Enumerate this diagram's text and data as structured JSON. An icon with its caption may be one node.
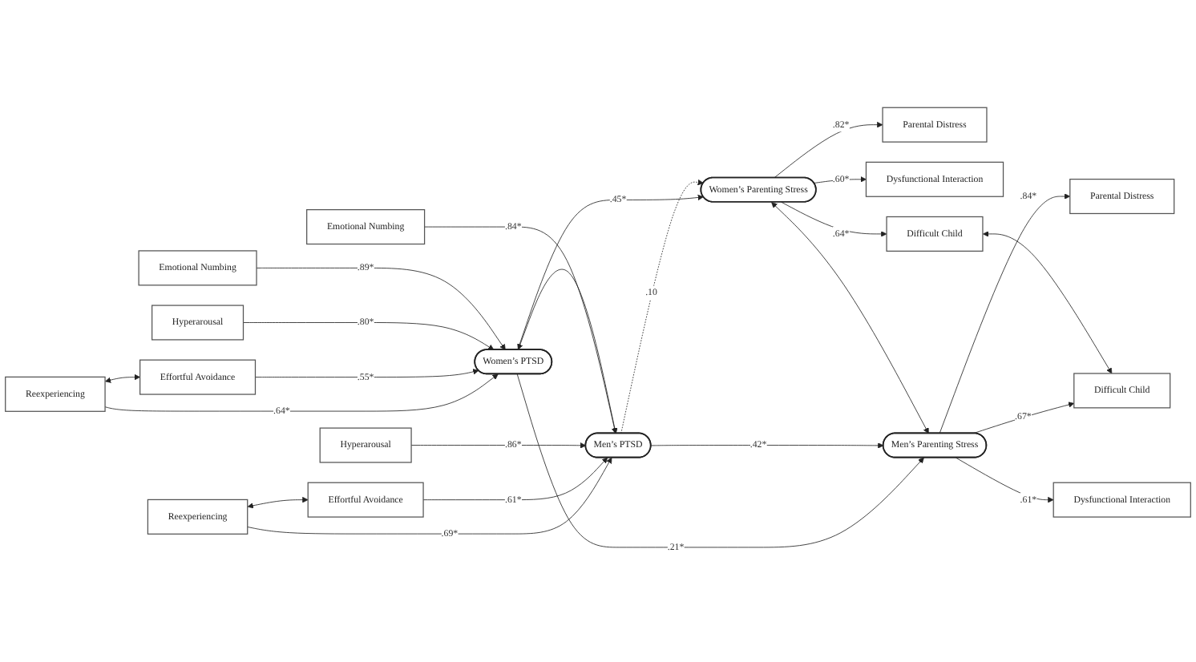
{
  "diagram": {
    "nodes": [
      {
        "text": [
          "Reexperiencing"
        ]
      },
      {
        "text": [
          "Effortful Avoidance"
        ]
      },
      {
        "text": [
          "Hyperarousal"
        ]
      },
      {
        "text": [
          "Emotional Numbing"
        ]
      },
      {
        "text": [
          "Women’s PTSD"
        ]
      },
      {
        "text": [
          "Women’s Parenting Stress"
        ]
      },
      {
        "text": [
          "Parental Distress"
        ]
      },
      {
        "text": [
          "Dysfunctional Interaction"
        ]
      },
      {
        "text": [
          "Difficult Child"
        ]
      },
      {
        "text": [
          "Reexperiencing"
        ]
      },
      {
        "text": [
          "Effortful Avoidance"
        ]
      },
      {
        "text": [
          "Hyperarousal"
        ]
      },
      {
        "text": [
          "Emotional Numbing"
        ]
      },
      {
        "text": [
          "Men’s PTSD"
        ]
      },
      {
        "text": [
          "Men’s Parenting Stress"
        ]
      },
      {
        "text": [
          "Parental Distress"
        ]
      },
      {
        "text": [
          "Dysfunctional Interaction"
        ]
      },
      {
        "text": [
          "Difficult Child"
        ]
      }
    ],
    "edges": [
      {
        "from": 0,
        "to": 4,
        "arrow": "to",
        "label": ".64*"
      },
      {
        "from": 1,
        "to": 4,
        "arrow": "to",
        "label": ".55*"
      },
      {
        "from": 2,
        "to": 4,
        "arrow": "to",
        "label": ".80*"
      },
      {
        "from": 3,
        "to": 4,
        "arrow": "to",
        "label": ".89*"
      },
      {
        "from": 9,
        "to": 13,
        "arrow": "to",
        "label": ".69*"
      },
      {
        "from": 10,
        "to": 13,
        "arrow": "to",
        "label": ".61*"
      },
      {
        "from": 11,
        "to": 13,
        "arrow": "to",
        "label": ".86*"
      },
      {
        "from": 12,
        "to": 13,
        "arrow": "to",
        "label": ".84*"
      },
      {
        "from": 4,
        "to": 5,
        "arrow": "to",
        "label": ".45*"
      },
      {
        "from": 4,
        "to": 14,
        "arrow": "to",
        "label": ".21*"
      },
      {
        "from": 13,
        "to": 5,
        "arrow": "to",
        "label": ".10",
        "style": "dashed"
      },
      {
        "from": 13,
        "to": 14,
        "arrow": "to",
        "label": ".42*"
      },
      {
        "from": 5,
        "to": 6,
        "arrow": "to",
        "label": ".82*"
      },
      {
        "from": 5,
        "to": 7,
        "arrow": "to",
        "label": ".60*"
      },
      {
        "from": 5,
        "to": 8,
        "arrow": "to",
        "label": ".64*"
      },
      {
        "from": 14,
        "to": 15,
        "arrow": "to",
        "label": ".84*"
      },
      {
        "from": 14,
        "to": 16,
        "arrow": "to",
        "label": ".61*"
      },
      {
        "from": 14,
        "to": 17,
        "arrow": "to",
        "label": ".67*"
      },
      {
        "from": 0,
        "to": 1,
        "arrow": "both"
      },
      {
        "from": 9,
        "to": 10,
        "arrow": "both"
      },
      {
        "from": 4,
        "to": 13,
        "arrow": "both"
      },
      {
        "from": 5,
        "to": 14,
        "arrow": "both"
      },
      {
        "from": 8,
        "to": 17,
        "arrow": "both"
      }
    ]
  }
}
